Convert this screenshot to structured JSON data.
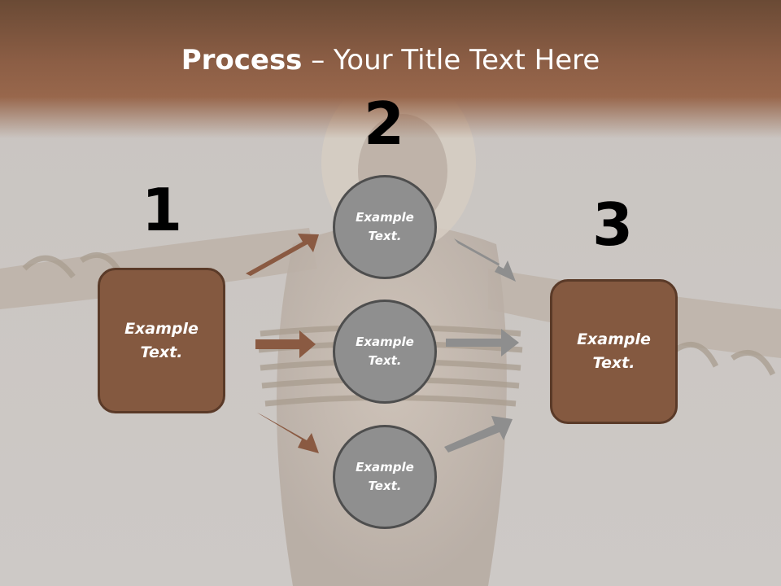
{
  "title": {
    "bold": "Process",
    "rest": " – Your Title Text Here"
  },
  "steps": [
    {
      "number": "1",
      "label": "Example Text."
    },
    {
      "number": "2",
      "label": "Example Text."
    },
    {
      "number": "3",
      "label": "Example Text."
    }
  ],
  "circles": [
    {
      "label": "Example Text."
    },
    {
      "label": "Example Text."
    },
    {
      "label": "Example Text."
    }
  ],
  "colors": {
    "box_fill": "#845940",
    "box_border": "#5a3a28",
    "circle_fill": "#8f8f8f",
    "circle_border": "#4e4e4e",
    "arrow_brown": "#8a5a42",
    "arrow_gray": "#8e8e8e",
    "title_band": "#98674c"
  }
}
